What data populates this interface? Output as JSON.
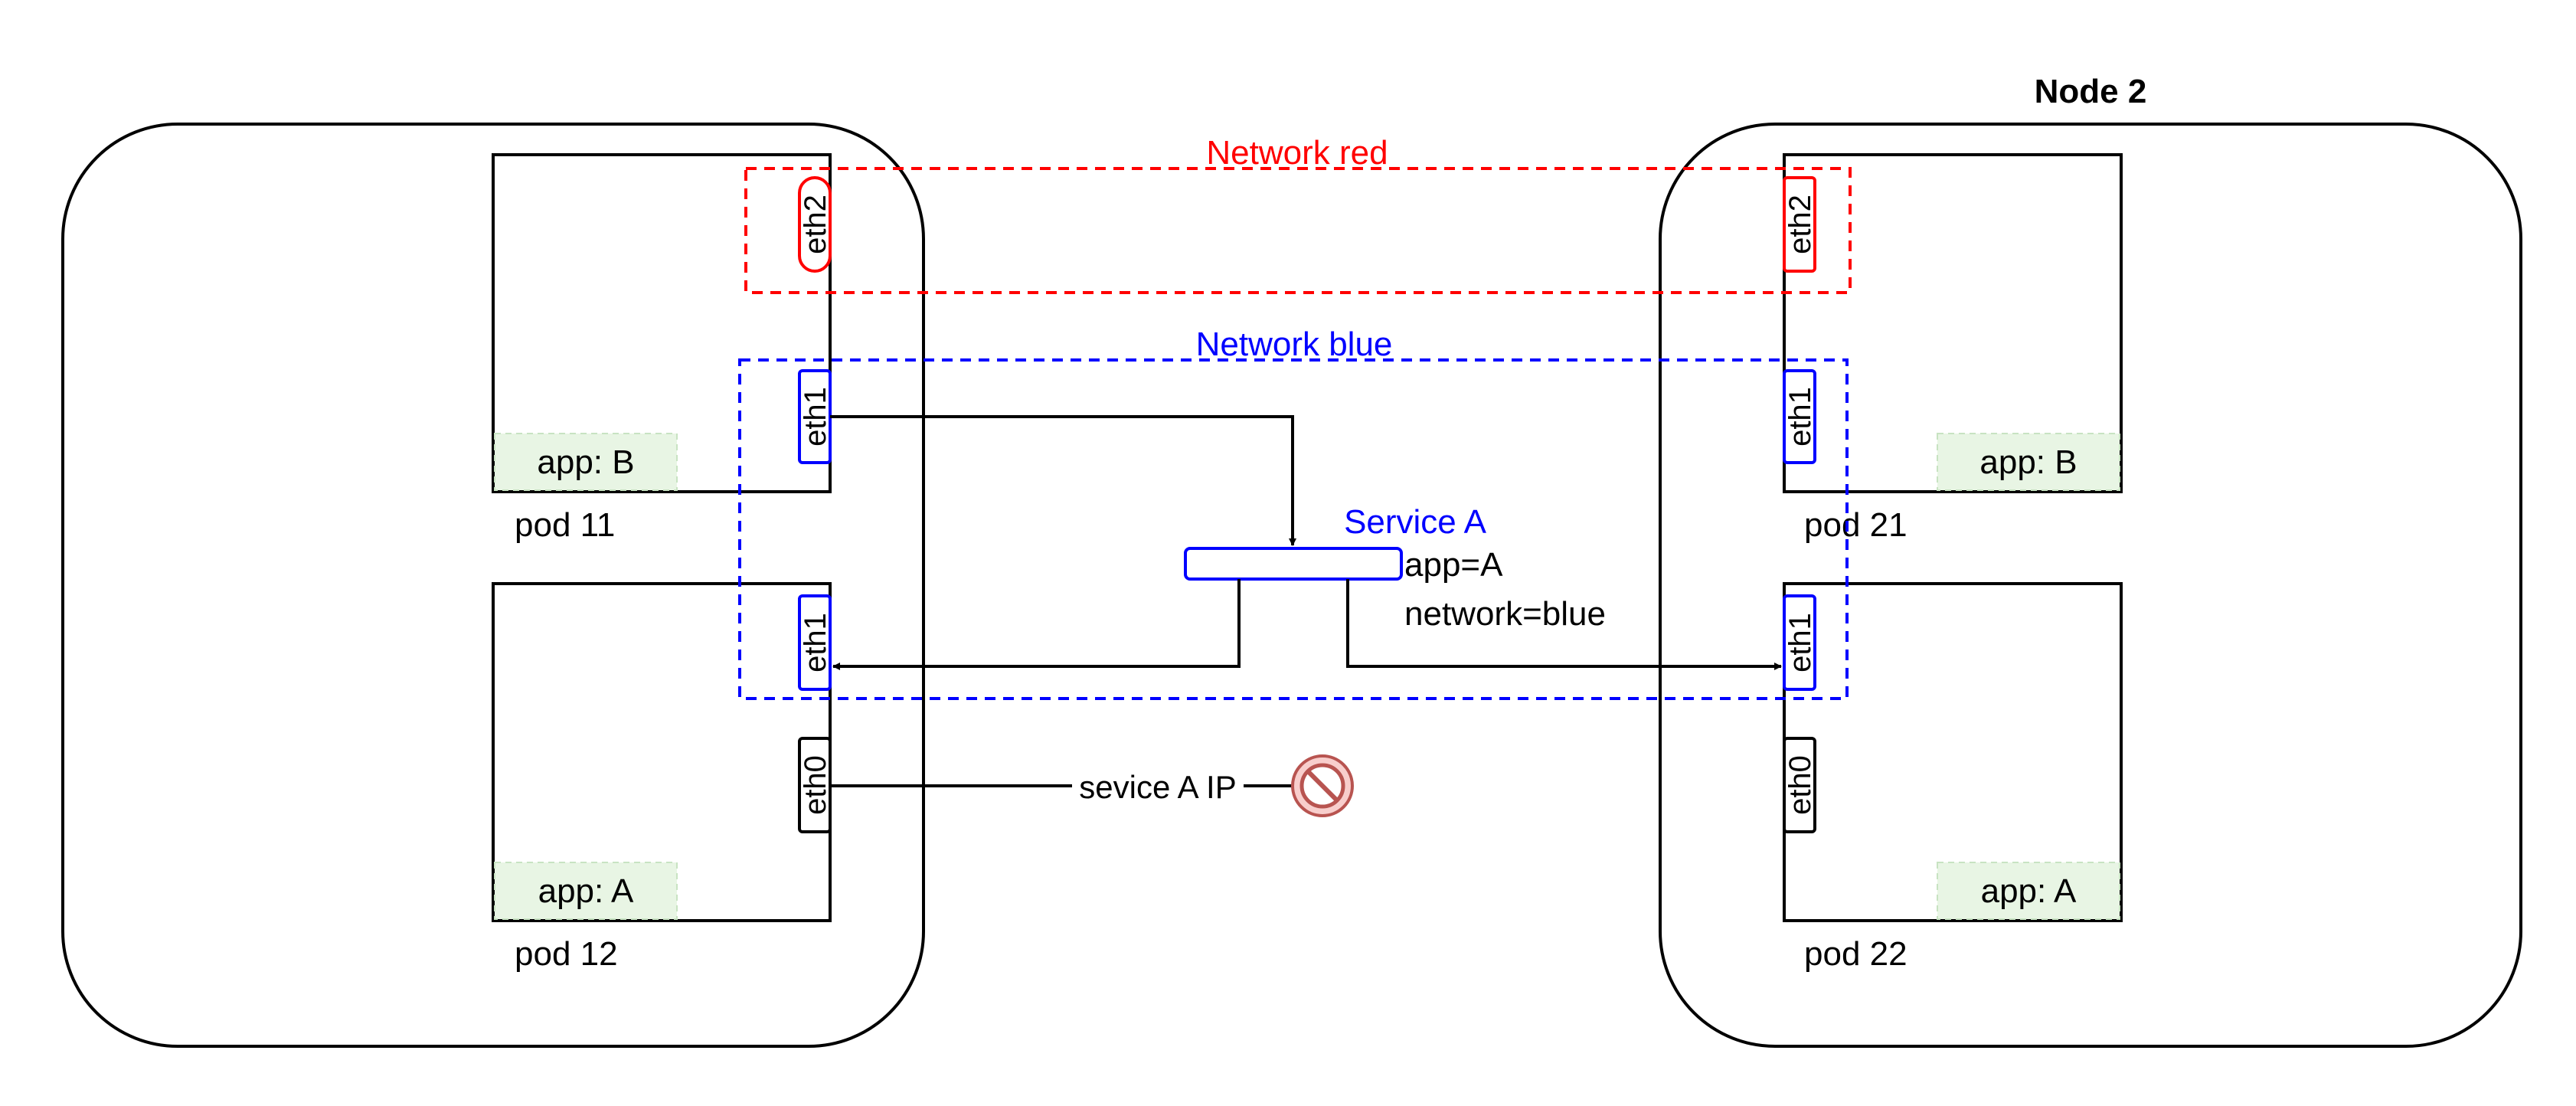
{
  "nodes": {
    "node1": {
      "title": ""
    },
    "node2": {
      "title": "Node 2"
    }
  },
  "networks": {
    "red": {
      "label": "Network red",
      "color": "#ff0000"
    },
    "blue": {
      "label": "Network blue",
      "color": "#0000ff"
    }
  },
  "pods": {
    "pod11": {
      "name": "pod 11",
      "label": "app: B"
    },
    "pod12": {
      "name": "pod 12",
      "label": "app: A"
    },
    "pod21": {
      "name": "pod 21",
      "label": "app: B"
    },
    "pod22": {
      "name": "pod 22",
      "label": "app: A"
    }
  },
  "interfaces": {
    "eth0": "eth0",
    "eth1": "eth1",
    "eth2": "eth2"
  },
  "service": {
    "name": "Service A",
    "selector_app": "app=A",
    "selector_network": "network=blue"
  },
  "blocked": {
    "label": "sevice A IP",
    "icon": "prohibited-icon"
  },
  "colors": {
    "stroke": "#000000",
    "label_bg": "#e8f5e4",
    "label_border": "#c8e3c2",
    "blocked_fill": "#f8cecc",
    "blocked_stroke": "#b85450"
  }
}
